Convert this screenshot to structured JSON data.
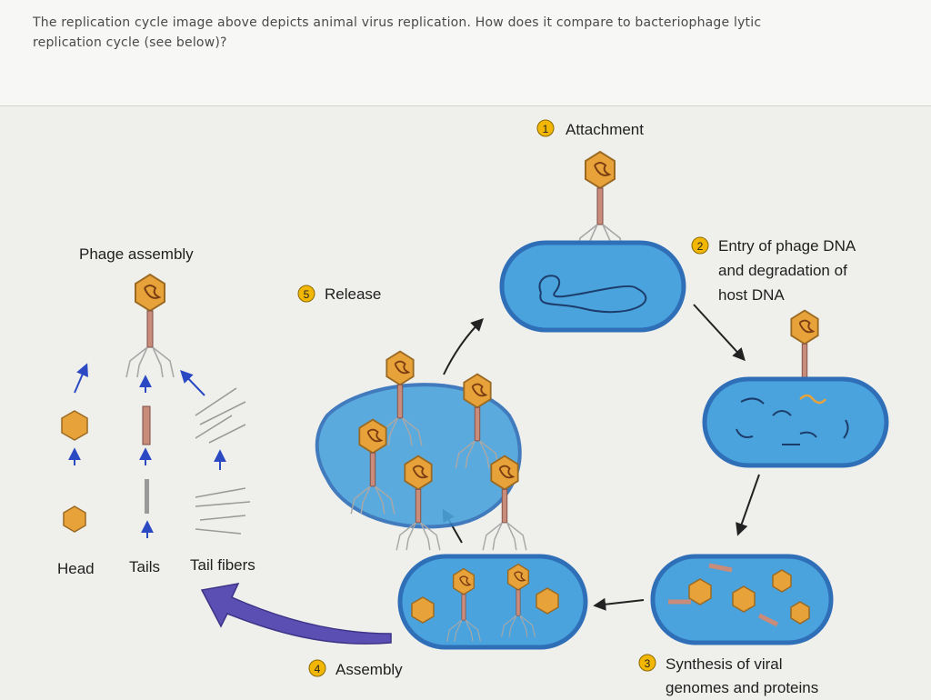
{
  "question": {
    "line1": "The replication cycle image above depicts animal virus replication. How does it compare to bacteriophage lytic",
    "line2": "replication cycle (see below)?"
  },
  "figure": {
    "steps": [
      {
        "number": "1",
        "label_lines": [
          "Attachment"
        ]
      },
      {
        "number": "2",
        "label_lines": [
          "Entry of phage DNA",
          "and degradation of",
          "host DNA"
        ]
      },
      {
        "number": "3",
        "label_lines": [
          "Synthesis of viral",
          "genomes and proteins"
        ]
      },
      {
        "number": "4",
        "label_lines": [
          "Assembly"
        ]
      },
      {
        "number": "5",
        "label_lines": [
          "Release"
        ]
      }
    ],
    "phage_assembly_title": "Phage assembly",
    "parts": {
      "head": "Head",
      "tails": "Tails",
      "tail_fibers": "Tail fibers"
    },
    "colors": {
      "cell_fill": "#4aa3dc",
      "cell_rim": "#2f6fb8",
      "phage_head": "#e8a23a",
      "arrow_purple": "#5b4fb3",
      "badge": "#f2b705"
    }
  }
}
